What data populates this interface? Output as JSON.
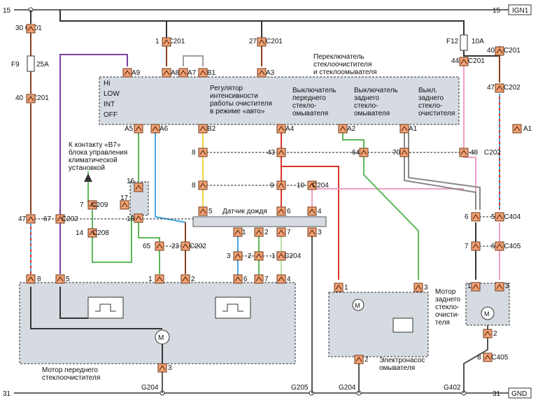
{
  "rails": {
    "top_left": "15",
    "top_right": "15",
    "ign": "IGN1",
    "bottom_left": "31",
    "bottom_right": "31",
    "gnd": "GND"
  },
  "fuses": {
    "f9": "F9",
    "f9_rating": "25A",
    "f12": "F12",
    "f12_rating": "10A"
  },
  "switch": {
    "title_line1": "Переключатель",
    "title_line2": "стеклоочистителя",
    "title_line3": "и стеклоомывателя",
    "positions": [
      "Hi",
      "LOW",
      "INT",
      "OFF"
    ],
    "regulator": [
      "Регулятор",
      "интенсивности",
      "работы очистителя",
      "в режиме «авто»"
    ],
    "front_washer": [
      "Выключатель",
      "переднего",
      "стекло-",
      "омывателя"
    ],
    "rear_washer": [
      "Выключатель",
      "заднего",
      "стекло-",
      "омывателя"
    ],
    "rear_wiper": [
      "Выкл.",
      "заднего",
      "стекло-",
      "очистителя"
    ]
  },
  "pins_top": [
    "A9",
    "A8",
    "A7",
    "B1",
    "A3"
  ],
  "pins_bottom": [
    "A5",
    "A6",
    "B2",
    "A4",
    "A2",
    "A1"
  ],
  "connectors": {
    "c201_30": "30",
    "c201_1": "1",
    "c201_27": "27",
    "c201_40a": "40",
    "c201_40b": "40",
    "c201_44": "44",
    "c201": "C201",
    "c202": "C202",
    "c202_47": "47",
    "c202_48": "48",
    "c202_8": "8",
    "c202_43": "43",
    "c202_64": "64",
    "c202_70": "70",
    "c202_47b": "47",
    "c202_67": "67",
    "c202_65": "65",
    "c202_23": "23",
    "c204": "C204",
    "c204_8": "8",
    "c204_9": "9",
    "c204_10": "10",
    "c204_3": "3",
    "c204_2": "2",
    "c204_1": "1",
    "c209": "C209",
    "c209_7": "7",
    "c208": "C208",
    "c208_14": "14",
    "c404": "C404",
    "c404_6": "6",
    "c404_5": "5",
    "c405": "C405",
    "c405_7": "7",
    "c405_6": "6",
    "c405_8": "8"
  },
  "a1_label": "A1",
  "rain_sensor": {
    "title": "Датчик дождя",
    "pins": [
      "5",
      "6",
      "4",
      "1",
      "2",
      "7",
      "3"
    ]
  },
  "climate_note": [
    "К контакту «B7»",
    "блока управления",
    "климатической",
    "установкой"
  ],
  "relay_pins": [
    "16",
    "17",
    "18"
  ],
  "front_motor": {
    "title_line1": "Мотор переднего",
    "title_line2": "стеклоочистителя",
    "pins": [
      "8",
      "5",
      "1",
      "2",
      "6",
      "7",
      "4",
      "3"
    ]
  },
  "pump": {
    "title_line1": "Электронасос",
    "title_line2": "омывателя",
    "pins": [
      "1",
      "3",
      "2"
    ]
  },
  "rear_motor": {
    "title": [
      "Мотор",
      "заднего",
      "стекло-",
      "очисти-",
      "теля"
    ],
    "pins": [
      "1",
      "3",
      "2"
    ]
  },
  "grounds": [
    "G204",
    "G205",
    "G204",
    "G402"
  ],
  "colors": {
    "red": "#d9342b",
    "purple": "#7a3fa0",
    "green": "#5fb85a",
    "blue": "#4aa7e0",
    "yellow": "#f2d24a",
    "pink": "#f0a0c8",
    "brown": "#8b3d1e",
    "gray": "#a0a0a0",
    "black": "#333333",
    "box": "#d6dbe2",
    "connector": "#f3a276"
  }
}
